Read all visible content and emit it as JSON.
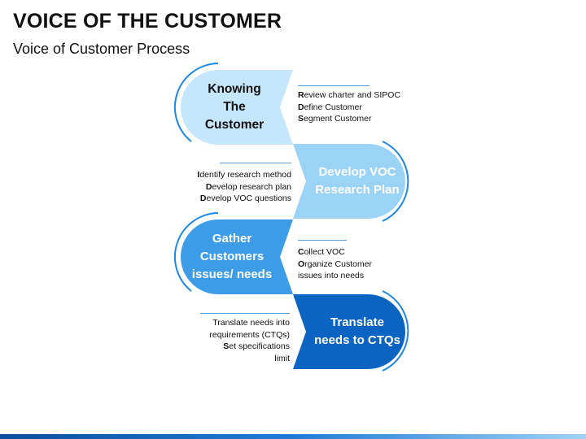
{
  "header": {
    "title": "VOICE OF THE CUSTOMER",
    "subtitle": "Voice of Customer Process"
  },
  "colors": {
    "step1": "#c6e6fb",
    "step2": "#9bd3f7",
    "step3": "#3d9ce8",
    "step4": "#0b64c2",
    "arc": "#1e88e5",
    "divider": "#5b9bd5"
  },
  "steps": [
    {
      "label": "Knowing\nThe\nCustomer",
      "notes": [
        {
          "first": "R",
          "rest": "eview charter and SIPOC"
        },
        {
          "first": "D",
          "rest": "efine Customer"
        },
        {
          "first": "S",
          "rest": "egment Customer"
        }
      ]
    },
    {
      "label": "Develop VOC\nResearch Plan",
      "notes": [
        {
          "first": "I",
          "rest": "dentify research method"
        },
        {
          "first": "D",
          "rest": "evelop research plan"
        },
        {
          "first": "D",
          "rest": "evelop VOC questions"
        }
      ]
    },
    {
      "label": "Gather\nCustomers\nissues/ needs",
      "notes": [
        {
          "first": "C",
          "rest": "ollect VOC"
        },
        {
          "first": "O",
          "rest": "rganize Customer"
        },
        {
          "first": "",
          "rest": "issues into needs"
        }
      ]
    },
    {
      "label": "Translate\nneeds to CTQs",
      "notes": [
        {
          "first": "",
          "rest": "Translate needs into"
        },
        {
          "first": "",
          "rest": "requirements (CTQs)"
        },
        {
          "first": "S",
          "rest": "et specifications"
        },
        {
          "first": "",
          "rest": "limit"
        }
      ]
    }
  ]
}
